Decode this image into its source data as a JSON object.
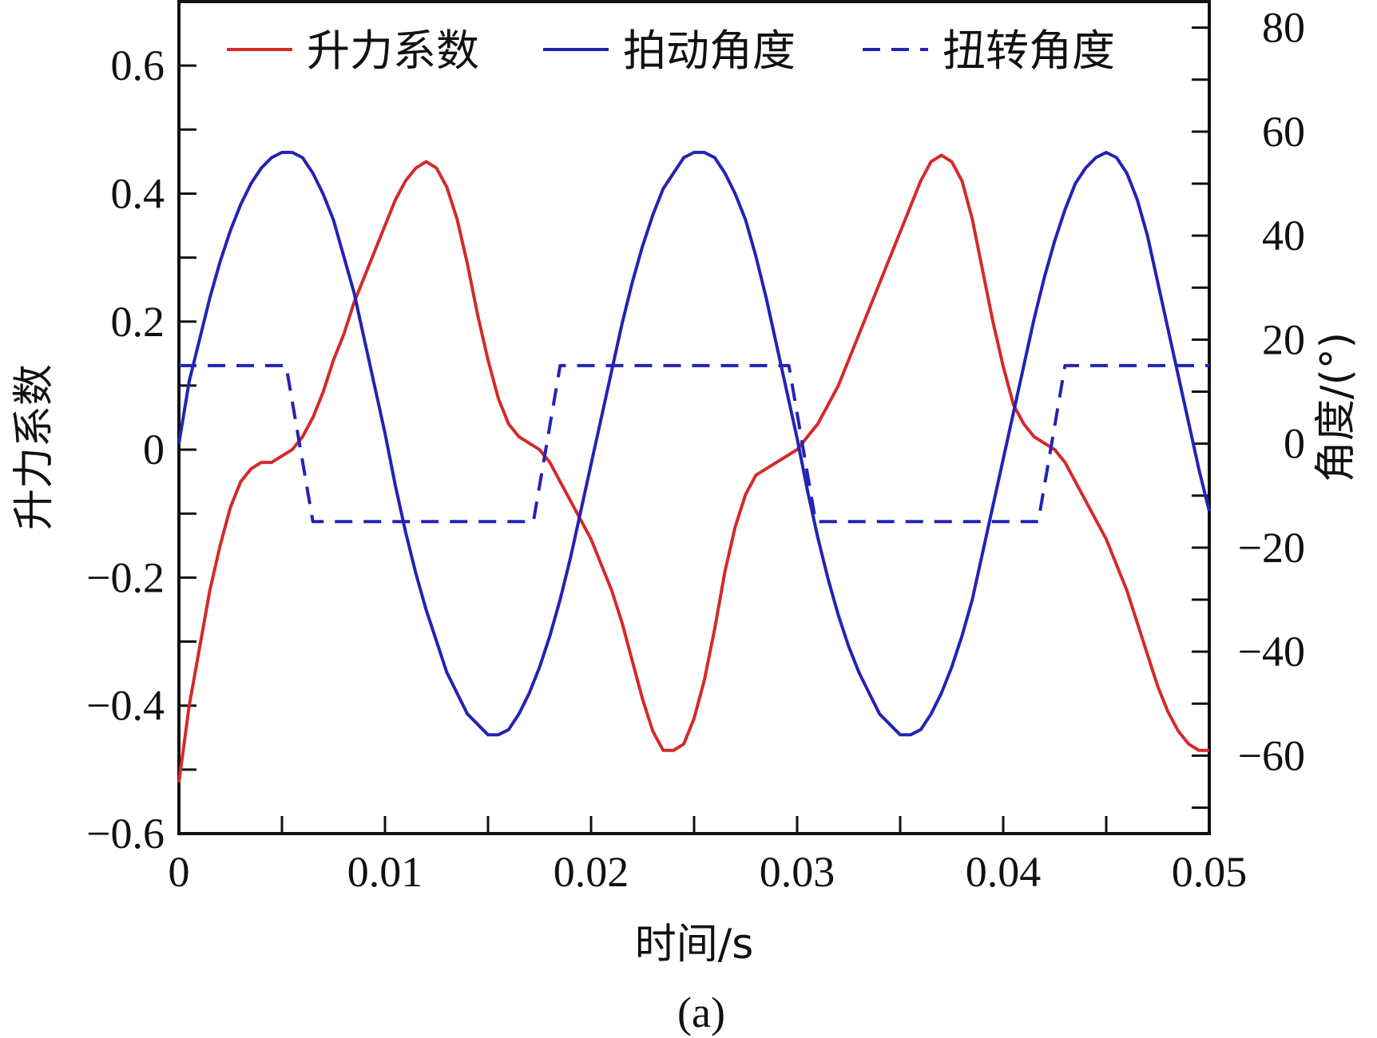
{
  "chart_data": {
    "type": "line",
    "caption": "(a)",
    "xlabel": "时间/s",
    "ylabel_left": "升力系数",
    "ylabel_right": "角度/(°)",
    "xlim": [
      0,
      0.05
    ],
    "ylim_left": [
      -0.6,
      0.7
    ],
    "ylim_right": [
      -75,
      85
    ],
    "xticks": [
      "0",
      "0.01",
      "0.02",
      "0.03",
      "0.04",
      "0.05"
    ],
    "xtick_values": [
      0,
      0.01,
      0.02,
      0.03,
      0.04,
      0.05
    ],
    "yticks_left": [
      "−0.6",
      "−0.4",
      "−0.2",
      "0",
      "0.2",
      "0.4",
      "0.6"
    ],
    "ytick_values_left": [
      -0.6,
      -0.4,
      -0.2,
      0,
      0.2,
      0.4,
      0.6
    ],
    "yticks_right": [
      "−60",
      "−40",
      "−20",
      "0",
      "20",
      "40",
      "60",
      "80"
    ],
    "ytick_values_right": [
      -60,
      -40,
      -20,
      0,
      20,
      40,
      60,
      80
    ],
    "grid": false,
    "legend_position": "top",
    "series": [
      {
        "name": "升力系数",
        "axis": "left",
        "color": "#d42a2a",
        "dash": "solid",
        "x": [
          0,
          0.0005,
          0.001,
          0.0015,
          0.002,
          0.0025,
          0.003,
          0.0035,
          0.004,
          0.0045,
          0.005,
          0.0055,
          0.006,
          0.0065,
          0.007,
          0.0075,
          0.008,
          0.0085,
          0.009,
          0.0095,
          0.01,
          0.0105,
          0.011,
          0.0115,
          0.012,
          0.0125,
          0.013,
          0.0135,
          0.014,
          0.0145,
          0.015,
          0.0155,
          0.016,
          0.0165,
          0.017,
          0.0175,
          0.018,
          0.0185,
          0.019,
          0.0195,
          0.02,
          0.0205,
          0.021,
          0.0215,
          0.022,
          0.0225,
          0.023,
          0.0235,
          0.024,
          0.0245,
          0.025,
          0.0255,
          0.026,
          0.0265,
          0.027,
          0.0275,
          0.028,
          0.0285,
          0.029,
          0.0295,
          0.03,
          0.0305,
          0.031,
          0.0315,
          0.032,
          0.0325,
          0.033,
          0.0335,
          0.034,
          0.0345,
          0.035,
          0.0355,
          0.036,
          0.0365,
          0.037,
          0.0375,
          0.038,
          0.0385,
          0.039,
          0.0395,
          0.04,
          0.0405,
          0.041,
          0.0415,
          0.042,
          0.0425,
          0.043,
          0.0435,
          0.044,
          0.0445,
          0.045,
          0.0455,
          0.046,
          0.0465,
          0.047,
          0.0475,
          0.048,
          0.0485,
          0.049,
          0.0495,
          0.05
        ],
        "values": [
          -0.52,
          -0.4,
          -0.31,
          -0.22,
          -0.15,
          -0.09,
          -0.05,
          -0.03,
          -0.02,
          -0.02,
          -0.01,
          0.0,
          0.02,
          0.05,
          0.09,
          0.14,
          0.18,
          0.23,
          0.27,
          0.31,
          0.35,
          0.39,
          0.42,
          0.44,
          0.45,
          0.44,
          0.41,
          0.36,
          0.29,
          0.21,
          0.14,
          0.08,
          0.04,
          0.02,
          0.01,
          0.0,
          -0.02,
          -0.05,
          -0.08,
          -0.11,
          -0.14,
          -0.18,
          -0.22,
          -0.27,
          -0.33,
          -0.39,
          -0.44,
          -0.47,
          -0.47,
          -0.46,
          -0.42,
          -0.36,
          -0.28,
          -0.19,
          -0.12,
          -0.07,
          -0.04,
          -0.03,
          -0.02,
          -0.01,
          0.0,
          0.02,
          0.04,
          0.07,
          0.1,
          0.14,
          0.18,
          0.22,
          0.26,
          0.3,
          0.34,
          0.38,
          0.42,
          0.45,
          0.46,
          0.45,
          0.42,
          0.36,
          0.28,
          0.2,
          0.13,
          0.07,
          0.04,
          0.02,
          0.01,
          0.0,
          -0.02,
          -0.05,
          -0.08,
          -0.11,
          -0.14,
          -0.18,
          -0.22,
          -0.27,
          -0.32,
          -0.37,
          -0.41,
          -0.44,
          -0.46,
          -0.47,
          -0.47
        ]
      },
      {
        "name": "拍动角度",
        "axis": "right",
        "color": "#2323b4",
        "dash": "solid",
        "x": [
          0,
          0.0005,
          0.001,
          0.0015,
          0.002,
          0.0025,
          0.003,
          0.0035,
          0.004,
          0.0045,
          0.005,
          0.0055,
          0.006,
          0.0065,
          0.007,
          0.0075,
          0.008,
          0.0085,
          0.009,
          0.0095,
          0.01,
          0.0105,
          0.011,
          0.0115,
          0.012,
          0.0125,
          0.013,
          0.0135,
          0.014,
          0.0145,
          0.015,
          0.0155,
          0.016,
          0.0165,
          0.017,
          0.0175,
          0.018,
          0.0185,
          0.019,
          0.0195,
          0.02,
          0.0205,
          0.021,
          0.0215,
          0.022,
          0.0225,
          0.023,
          0.0235,
          0.024,
          0.0245,
          0.025,
          0.0255,
          0.026,
          0.0265,
          0.027,
          0.0275,
          0.028,
          0.0285,
          0.029,
          0.0295,
          0.03,
          0.0305,
          0.031,
          0.0315,
          0.032,
          0.0325,
          0.033,
          0.0335,
          0.034,
          0.0345,
          0.035,
          0.0355,
          0.036,
          0.0365,
          0.037,
          0.0375,
          0.038,
          0.0385,
          0.039,
          0.0395,
          0.04,
          0.0405,
          0.041,
          0.0415,
          0.042,
          0.0425,
          0.043,
          0.0435,
          0.044,
          0.0445,
          0.045,
          0.0455,
          0.046,
          0.0465,
          0.047,
          0.0475,
          0.048,
          0.0485,
          0.049,
          0.0495,
          0.05
        ],
        "values": [
          0,
          12,
          20,
          28,
          35,
          41,
          46,
          50,
          53,
          55,
          56,
          56,
          55,
          52,
          48,
          43,
          36,
          29,
          20,
          11,
          2,
          -8,
          -17,
          -25,
          -32,
          -38,
          -44,
          -48,
          -52,
          -54,
          -56,
          -56,
          -55,
          -52,
          -48,
          -43,
          -37,
          -30,
          -22,
          -13,
          -4,
          5,
          14,
          23,
          31,
          38,
          44,
          49,
          52,
          55,
          56,
          56,
          55,
          52,
          48,
          43,
          36,
          28,
          19,
          10,
          1,
          -9,
          -18,
          -26,
          -33,
          -39,
          -44,
          -48,
          -52,
          -54,
          -56,
          -56,
          -55,
          -52,
          -48,
          -43,
          -37,
          -30,
          -21,
          -12,
          -3,
          6,
          15,
          24,
          32,
          39,
          45,
          50,
          53,
          55,
          56,
          55,
          52,
          47,
          40,
          31,
          22,
          13,
          4,
          -5,
          -13
        ]
      },
      {
        "name": "扭转角度",
        "axis": "right",
        "color": "#2323b4",
        "dash": "dashed",
        "x": [
          0,
          0.0052,
          0.0065,
          0.0172,
          0.0185,
          0.0296,
          0.0309,
          0.0417,
          0.043,
          0.05
        ],
        "values": [
          15,
          15,
          -15,
          -15,
          15,
          15,
          -15,
          -15,
          15,
          15
        ]
      }
    ]
  }
}
